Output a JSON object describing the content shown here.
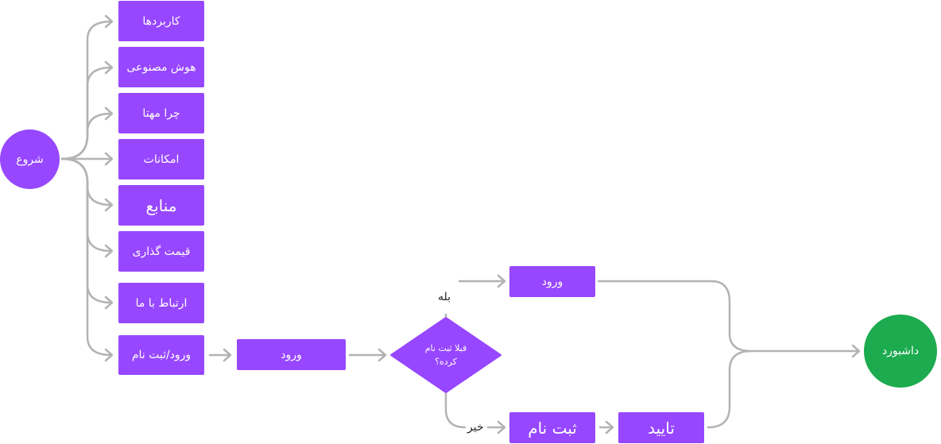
{
  "colors": {
    "node": "#9747ff",
    "end": "#1cab4f",
    "edge": "#b3b3b3"
  },
  "nodes": {
    "start": "شروع",
    "users": "کاربردها",
    "ai": "هوش مصنوعی",
    "why": "چرا مهتا",
    "features": "امکانات",
    "resources": "منابع",
    "pricing": "قیمت گذاری",
    "contact": "ارتباط با ما",
    "login_signup": "ورود/ثبت نام",
    "login_mid": "ورود",
    "decision": "قبلا ثبت نام کرده؟",
    "login_top": "ورود",
    "signup": "ثبت نام",
    "verify": "تایید",
    "dashboard": "داشبورد"
  },
  "edge_labels": {
    "yes": "بله",
    "no": "خیر"
  }
}
